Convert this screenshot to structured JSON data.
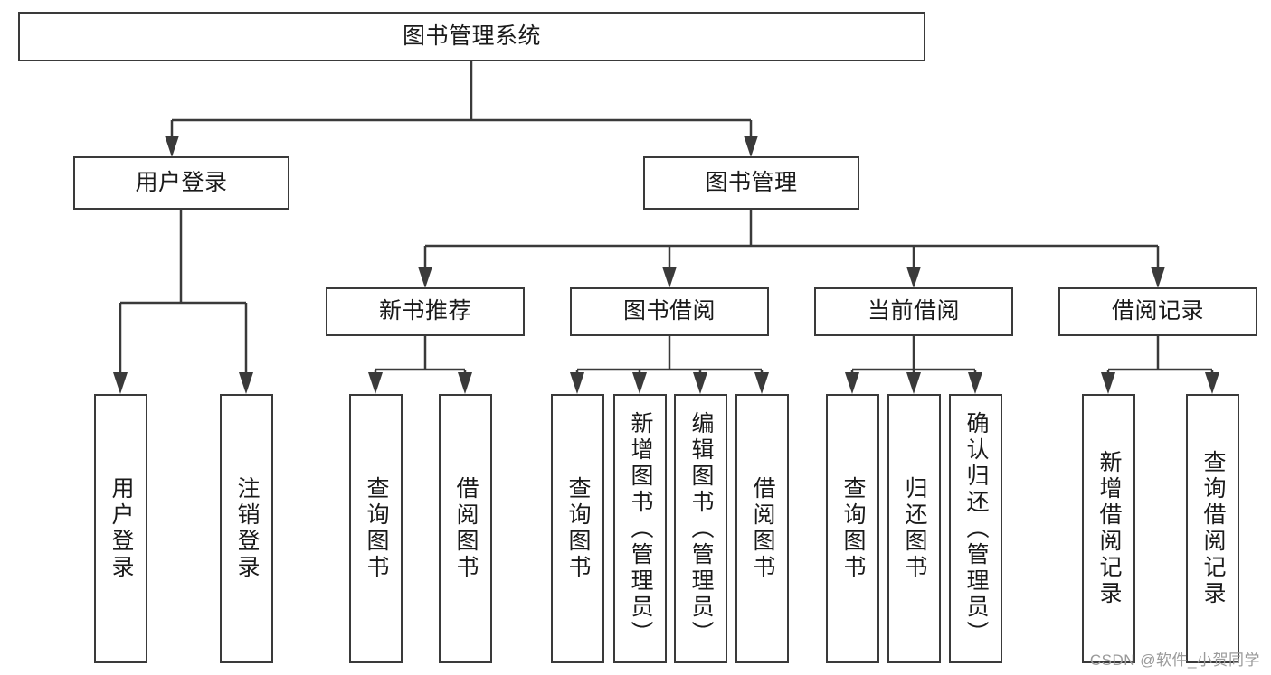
{
  "diagram": {
    "title": "图书管理系统",
    "type": "tree",
    "watermark": "CSDN @软件_小贺同学",
    "colors": {
      "stroke": "#3a3a3a",
      "fill": "#ffffff",
      "text": "#1a1a1a",
      "watermark": "#9a9a9a"
    },
    "nodes": {
      "root": "图书管理系统",
      "level1": [
        "用户登录",
        "图书管理"
      ],
      "level2": [
        "新书推荐",
        "图书借阅",
        "当前借阅",
        "借阅记录"
      ],
      "leaves": {
        "user_login": [
          "用户登录",
          "注销登录"
        ],
        "new_book": [
          "查询图书",
          "借阅图书"
        ],
        "borrow": [
          "查询图书",
          "新增图书（管理员）",
          "编辑图书（管理员）",
          "借阅图书"
        ],
        "current": [
          "查询图书",
          "归还图书",
          "确认归还（管理员）"
        ],
        "records": [
          "新增借阅记录",
          "查询借阅记录"
        ]
      }
    }
  }
}
